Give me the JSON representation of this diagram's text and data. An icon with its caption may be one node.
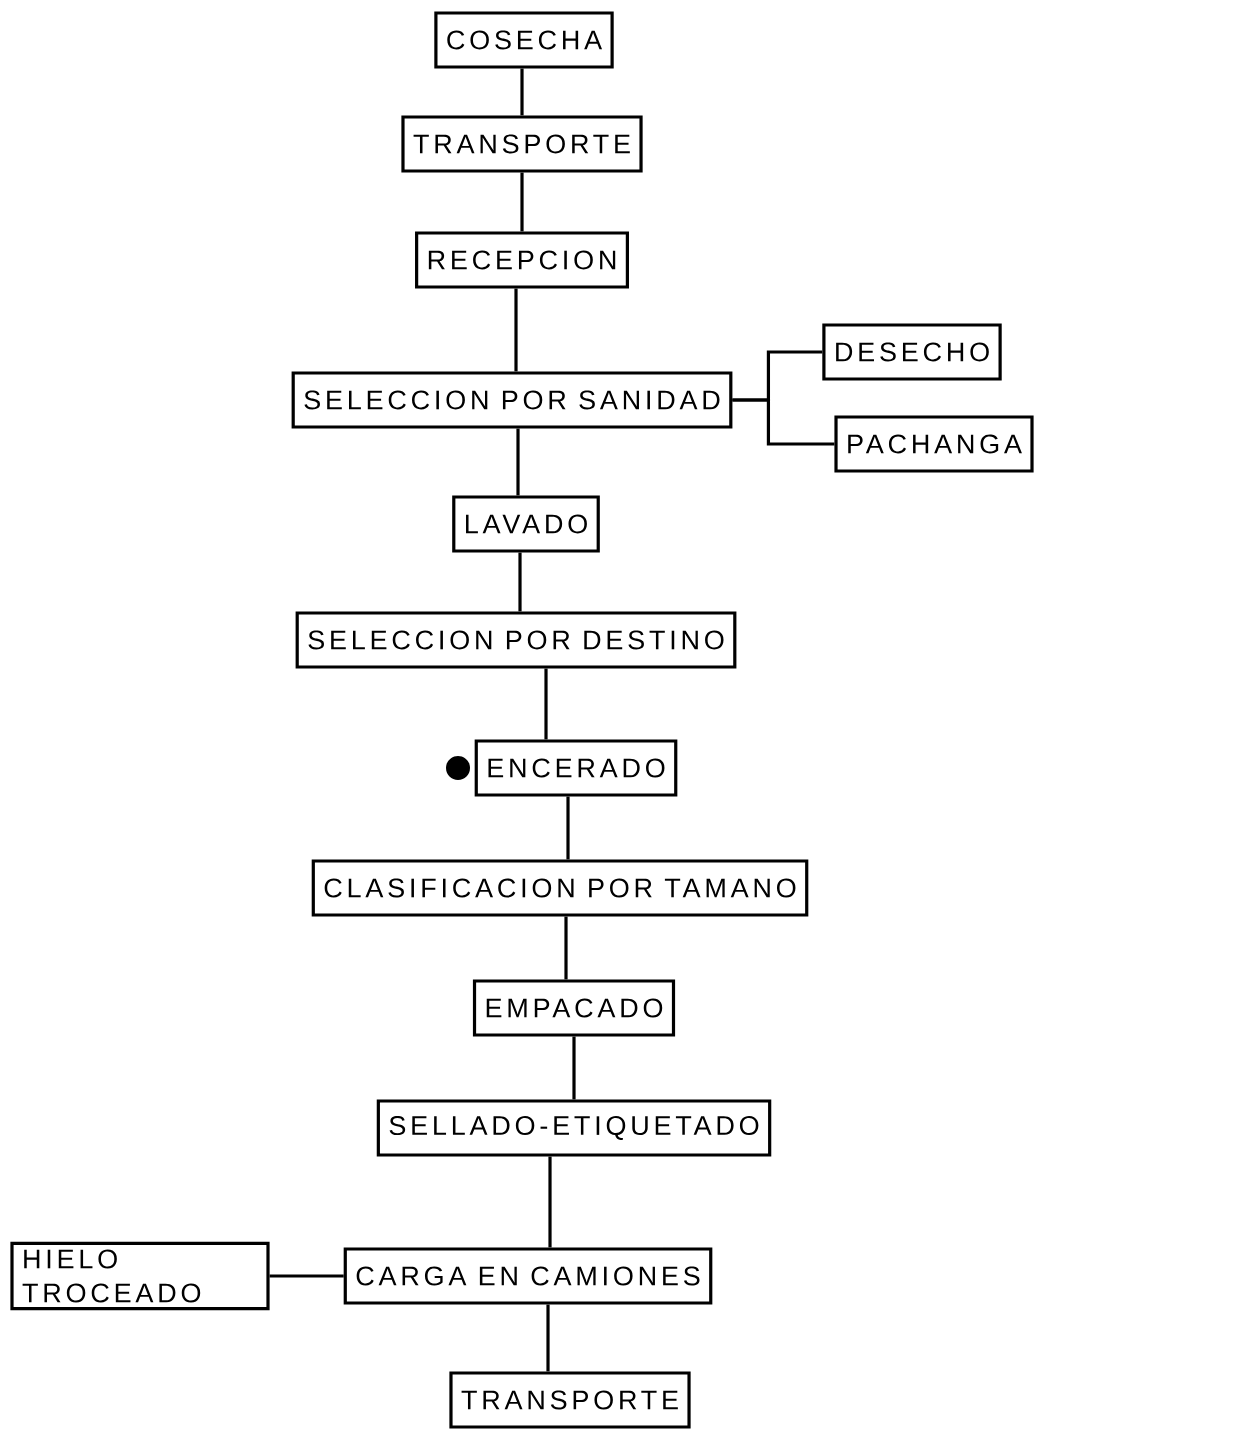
{
  "diagram": {
    "nodes": [
      {
        "text": [
          "COSECHA"
        ]
      },
      {
        "text": [
          "TRANSPORTE"
        ]
      },
      {
        "text": [
          "RECEPCION"
        ]
      },
      {
        "text": [
          "SELECCION POR SANIDAD"
        ]
      },
      {
        "text": [
          "DESECHO"
        ]
      },
      {
        "text": [
          "PACHANGA"
        ]
      },
      {
        "text": [
          "LAVADO"
        ]
      },
      {
        "text": [
          "SELECCION POR DESTINO"
        ]
      },
      {
        "text": [
          "ENCERADO"
        ]
      },
      {
        "text": [
          "CLASIFICACION POR TAMANO"
        ]
      },
      {
        "text": [
          "EMPACADO"
        ]
      },
      {
        "text": [
          "SELLADO-ETIQUETADO"
        ]
      },
      {
        "text": [
          "HIELO TROCEADO"
        ]
      },
      {
        "text": [
          "CARGA EN CAMIONES"
        ]
      },
      {
        "text": [
          "TRANSPORTE"
        ]
      }
    ],
    "edges": [
      {
        "from": 0,
        "to": 1,
        "arrow": "none"
      },
      {
        "from": 1,
        "to": 2,
        "arrow": "none"
      },
      {
        "from": 2,
        "to": 3,
        "arrow": "none"
      },
      {
        "from": 3,
        "to": 4,
        "arrow": "none"
      },
      {
        "from": 3,
        "to": 5,
        "arrow": "none"
      },
      {
        "from": 3,
        "to": 6,
        "arrow": "none"
      },
      {
        "from": 6,
        "to": 7,
        "arrow": "none"
      },
      {
        "from": 7,
        "to": 8,
        "arrow": "none"
      },
      {
        "from": 8,
        "to": 9,
        "arrow": "none"
      },
      {
        "from": 9,
        "to": 10,
        "arrow": "none"
      },
      {
        "from": 10,
        "to": 11,
        "arrow": "none"
      },
      {
        "from": 11,
        "to": 13,
        "arrow": "none"
      },
      {
        "from": 12,
        "to": 13,
        "arrow": "none"
      },
      {
        "from": 13,
        "to": 14,
        "arrow": "none"
      }
    ]
  }
}
